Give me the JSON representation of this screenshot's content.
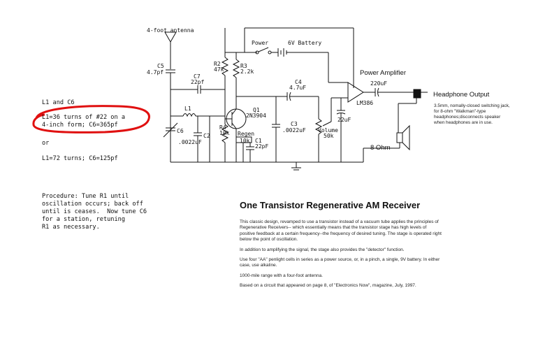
{
  "schematic": {
    "labels": {
      "antenna": "4-foot antenna",
      "c5_name": "C5",
      "c5_value": "4.7pf",
      "c7_name": "C7",
      "c7_value": "22pf",
      "r2_name": "R2",
      "r2_value": "47k",
      "r3_name": "R3",
      "r3_value": "2.2k",
      "power_switch": "Power",
      "battery": "6V Battery",
      "c4_name": "C4",
      "c4_value": "4.7uF",
      "amp_title": "Power Amplifier",
      "cap_220": "220uF",
      "headphone": "Headphone Output",
      "lm386": "LM386",
      "cap_22uf": "22uF",
      "l1": "L1",
      "c6": "C6",
      "c2_name": "C2",
      "c2_value": ".0022uF",
      "q1_name": "Q1",
      "q1_type": "2N3904",
      "r4_name": "R4",
      "r4_value": "10k",
      "regen": "Regen",
      "r1_value": "10k",
      "c1_name": "C1",
      "c1_value": "22pF",
      "c3_name": "C3",
      "c3_value": ".0022uF",
      "volume": "Volume",
      "volume_value": "50k",
      "speaker": "8 Ohm"
    },
    "headphone_note": "3.5mm, nomally-closed switching jack, for 8-ohm \"Walkman\"-type headphones;disconnects speaker when headphones are in use."
  },
  "notes": {
    "coil_header": "L1 and C6",
    "coil_option1": "L1=36 turns of #22 on a\n4-inch form; C6=365pf",
    "or_text": "or",
    "coil_option2": "L1=72 turns; C6=125pf",
    "procedure": "Procedure: Tune R1 until\noscillation occurs; back off\nuntil is ceases.  Now tune C6\nfor a station, retuning\nR1 as necessary."
  },
  "description": {
    "title": "One Transistor Regenerative AM Receiver",
    "paragraphs": [
      "This classic design, revamped to use a transistor instead of a vacuum tube applies the principles of Regenerative Receivers-- which essentially means that the transistor stage has high levels of positive feedback at a certain frequency--the frequency of desired tuning.  The stage is operated right below the point of oscillation.",
      "In addition to amplifying the signal, the stage also provides the \"detector\" function.",
      "Use four \"AA\" penlight cells in series as a power source, or, in a pinch, a single, 9V battery.  In either case, use alkaline.",
      "1000-mile range with a four-foot antenna.",
      "Based on a circuit that appeared on page 8, of \"Electronics Now\", magazine, July, 1997."
    ]
  },
  "colors": {
    "highlight": "#e01010",
    "ink": "#111111"
  }
}
